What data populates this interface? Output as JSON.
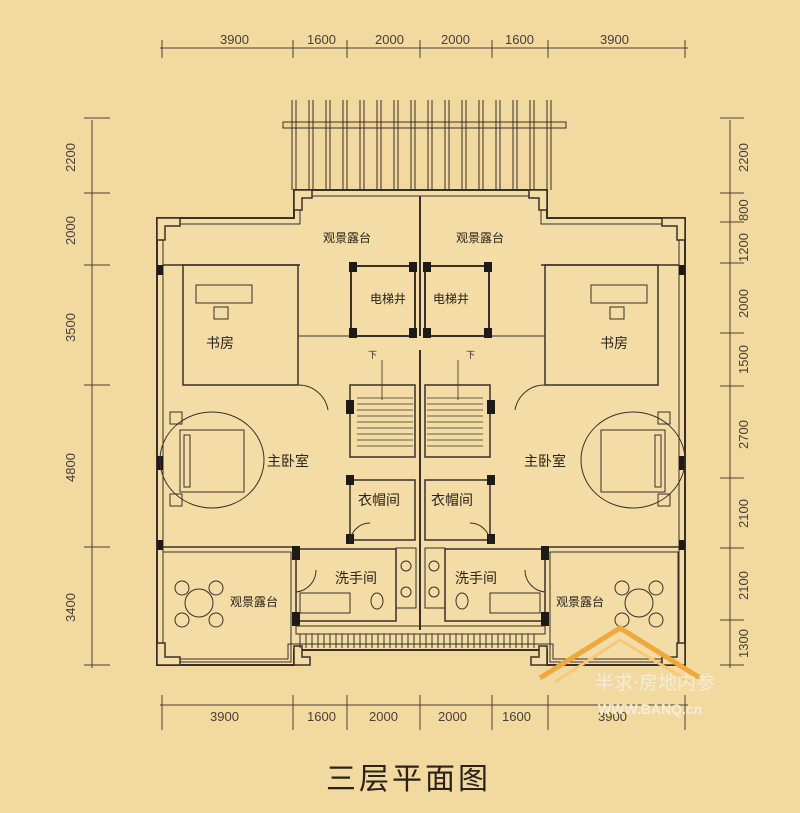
{
  "title": "三层平面图",
  "dimensions": {
    "top": [
      "3900",
      "1600",
      "2000",
      "2000",
      "1600",
      "3900"
    ],
    "bottom": [
      "3900",
      "1600",
      "2000",
      "2000",
      "1600",
      "3900"
    ],
    "left": [
      "2200",
      "2000",
      "3500",
      "4800",
      "3400"
    ],
    "right": [
      "2200",
      "800",
      "1200",
      "2000",
      "1500",
      "2700",
      "2100",
      "2100",
      "1300"
    ]
  },
  "rooms": {
    "terrace_top_left": "观景露台",
    "terrace_top_right": "观景露台",
    "elevator_left": "电梯井",
    "elevator_right": "电梯井",
    "study_left": "书房",
    "study_right": "书房",
    "master_left": "主卧室",
    "master_right": "主卧室",
    "closet_left": "衣帽间",
    "closet_right": "衣帽间",
    "bath_left": "洗手间",
    "bath_right": "洗手间",
    "terrace_bottom_left": "观景露台",
    "terrace_bottom_right": "观景露台"
  },
  "stair_marks": [
    "下",
    "下"
  ],
  "watermark": {
    "chinese": "半求·房地内参",
    "english": "WWW.BANQ.cn"
  },
  "colors": {
    "background": "#f1d9a0",
    "line": "#3a3029",
    "watermark": "#f5ecd9"
  }
}
